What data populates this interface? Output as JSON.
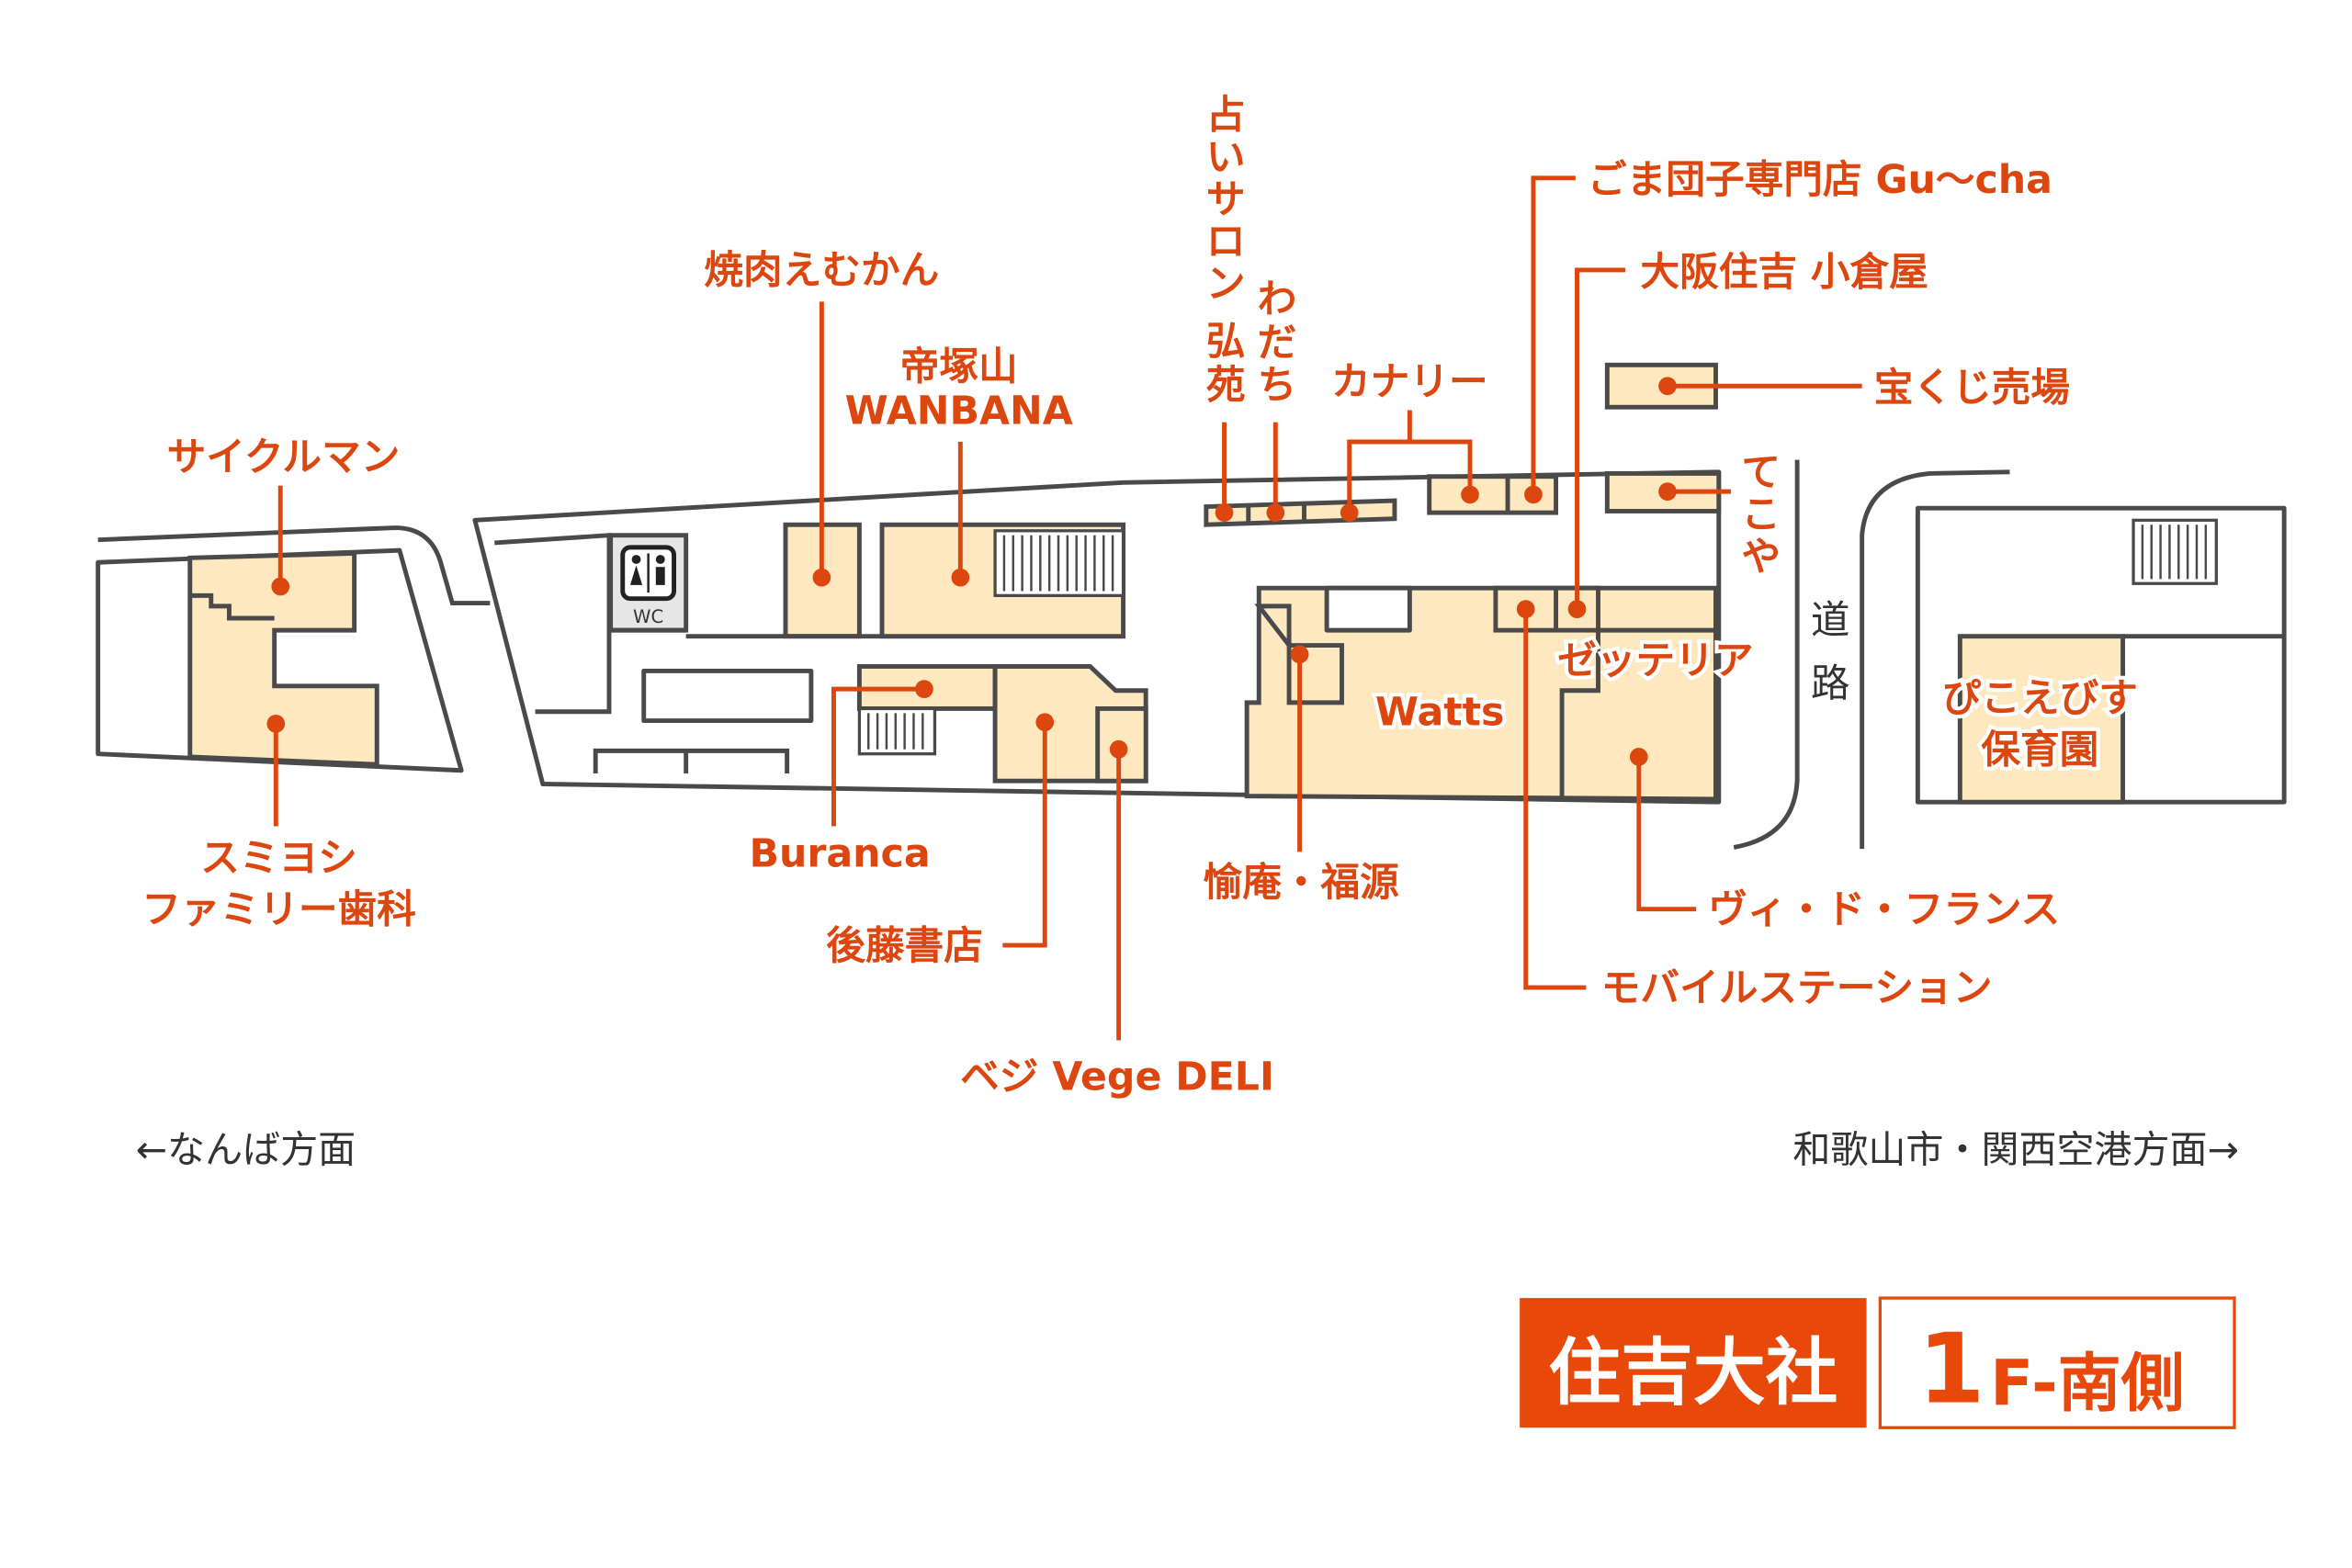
{
  "title": {
    "station": "住吉大社",
    "floor_num": "1",
    "floor_rest": "F-南側"
  },
  "colors": {
    "accent": "#dc4710",
    "shop_fill": "#fde8bf",
    "wall": "#4a4a4a"
  },
  "directions": {
    "left": "←なんば方面",
    "right": "和歌山市・関西空港方面→"
  },
  "road": {
    "c1": "道",
    "c2": "路"
  },
  "wc": "WC",
  "shops": {
    "cycleman": "サイクルマン",
    "sumiyoshi1": "スミヨシ",
    "sumiyoshi2": "ファミリー歯科",
    "yakiniku": "焼肉えむかん",
    "wanbana1": "帝塚山",
    "wanbana2": "WANBANA",
    "buranca": "Buranca",
    "goto": "後藤書店",
    "vege": "ベジ Vege DELI",
    "uranai": [
      "占",
      "い",
      "サ",
      "ロ",
      "ン",
      "弘",
      "苑"
    ],
    "wadachi": [
      "わ",
      "だ",
      "ち"
    ],
    "canary": "カナリー",
    "gucha": "ごま団子専門店 Gu～cha",
    "ogura": "大阪住吉 小倉屋",
    "takarakuji": "宝くじ売場",
    "tekoya": [
      "て",
      "こ",
      "や"
    ],
    "zetteria": "ゼッテリア",
    "watts": "Watts",
    "yuan": "愉庵・福源",
    "vie": "ヴィ・ド・フランス",
    "mobile": "モバイルステーション",
    "pikoebisu1": "ぴこえびす",
    "pikoebisu2": "保育園"
  }
}
